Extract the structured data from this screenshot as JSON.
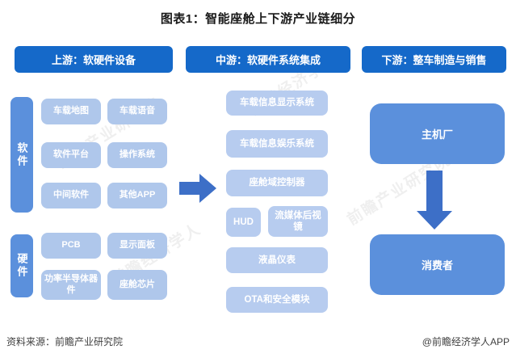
{
  "title": "图表1：智能座舱上下游产业链细分",
  "colors": {
    "header": "#1569C9",
    "bar": "#5B90DC",
    "item": "#AFC7EB",
    "item_mid": "#B7CCEF",
    "arrow": "#3D6FC7"
  },
  "headers": {
    "upstream": "上游：软硬件设备",
    "midstream": "中游：软硬件系统集成",
    "downstream": "下游：整车制造与销售"
  },
  "upstream": {
    "software_label": "软件",
    "software_items": [
      "车载地图",
      "车载语音",
      "软件平台",
      "操作系统",
      "中间软件",
      "其他APP"
    ],
    "hardware_label": "硬件",
    "hardware_items": [
      "PCB",
      "显示面板",
      "功率半导体器件",
      "座舱芯片"
    ]
  },
  "midstream": {
    "items": [
      "车载信息显示系统",
      "车载信息娱乐系统",
      "座舱域控制器",
      "HUD",
      "流媒体后视镜",
      "液晶仪表",
      "OTA和安全模块"
    ]
  },
  "downstream": {
    "oem": "主机厂",
    "consumer": "消费者"
  },
  "footer": {
    "source": "资料来源：前瞻产业研究院",
    "credit": "@前瞻经济学人APP"
  },
  "watermark": {
    "institute": "前瞻产业研究院",
    "economist": "前瞻经济学人"
  }
}
